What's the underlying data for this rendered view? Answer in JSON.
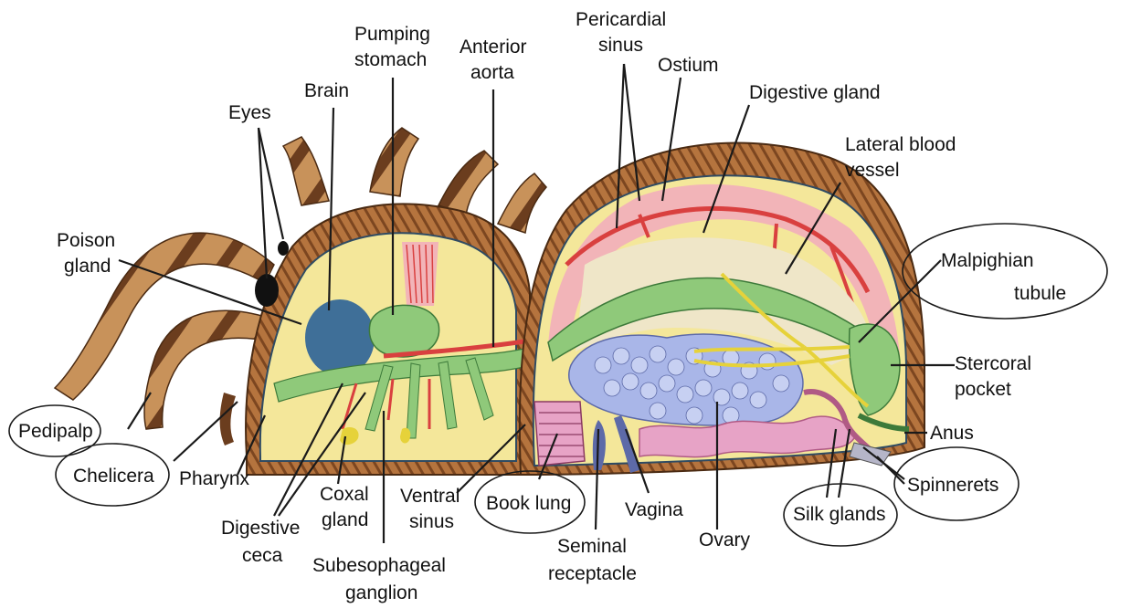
{
  "labels": {
    "eyes": "Eyes",
    "brain": "Brain",
    "pumping_stomach_1": "Pumping",
    "pumping_stomach_2": "stomach",
    "anterior_aorta_1": "Anterior",
    "anterior_aorta_2": "aorta",
    "pericardial_sinus_1": "Pericardial",
    "pericardial_sinus_2": "sinus",
    "ostium": "Ostium",
    "digestive_gland": "Digestive gland",
    "lateral_blood_vessel_1": "Lateral blood",
    "lateral_blood_vessel_2": "vessel",
    "poison_gland_1": "Poison",
    "poison_gland_2": "gland",
    "malpighian_tubule_1": "Malpighian",
    "malpighian_tubule_2": "tubule",
    "stercoral_pocket_1": "Stercoral",
    "stercoral_pocket_2": "pocket",
    "anus": "Anus",
    "pedipalp": "Pedipalp",
    "chelicera": "Chelicera",
    "pharynx": "Pharynx",
    "digestive_ceca_1": "Digestive",
    "digestive_ceca_2": "ceca",
    "coxal_gland_1": "Coxal",
    "coxal_gland_2": "gland",
    "subesophageal_ganglion_1": "Subesophageal",
    "subesophageal_ganglion_2": "ganglion",
    "ventral_sinus_1": "Ventral",
    "ventral_sinus_2": "sinus",
    "book_lung": "Book lung",
    "seminal_receptacle_1": "Seminal",
    "seminal_receptacle_2": "receptacle",
    "vagina": "Vagina",
    "ovary": "Ovary",
    "silk_glands": "Silk glands",
    "spinnerets": "Spinnerets"
  },
  "colors": {
    "body_wall_hair": "#b5743e",
    "yellow_cavity": "#f4e79a",
    "heart_pink": "#f2b4b8",
    "blood_vessel_red": "#d9403f",
    "digestive_green": "#8fc97a",
    "nerve_blue": "#3f6f98",
    "ovary_lavender": "#a9b6e8",
    "silk_gland_pink": "#e7a3c6",
    "malpighian_yellow": "#e6d23a"
  }
}
